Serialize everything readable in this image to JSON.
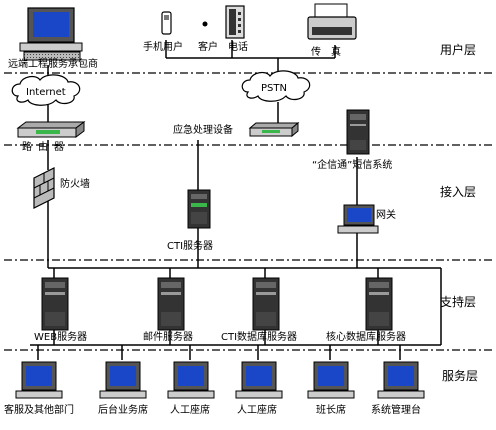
{
  "layers": {
    "user": "用户层",
    "access": "接入层",
    "support": "支持层",
    "service": "服务层"
  },
  "nodes": {
    "remote": "远端工程服务承包商",
    "mobile": "手机用户",
    "customer": "客户",
    "phone": "电话",
    "fax": "传　真",
    "internet": "Internet",
    "pstn": "PSTN",
    "router": "路由器",
    "emergency": "应急处理设备",
    "qxt": "“企信通”短信系统",
    "firewall": "防火墙",
    "cti": "CTI服务器",
    "gateway": "网关",
    "web": "WEB服务器",
    "mail": "邮件服务器",
    "cti_db": "CTI数据库服务器",
    "core_db": "核心数据库服务器",
    "ws1": "客服及其他部门",
    "ws2": "后台业务席",
    "ws3": "人工座席",
    "ws4": "人工座席",
    "ws5": "班长席",
    "ws6": "系统管理台"
  },
  "colors": {
    "line": "#000000",
    "screen": "#1a47c8",
    "screen_green": "#3bb64a",
    "device": "#c8c8c8",
    "dark": "#333333"
  }
}
